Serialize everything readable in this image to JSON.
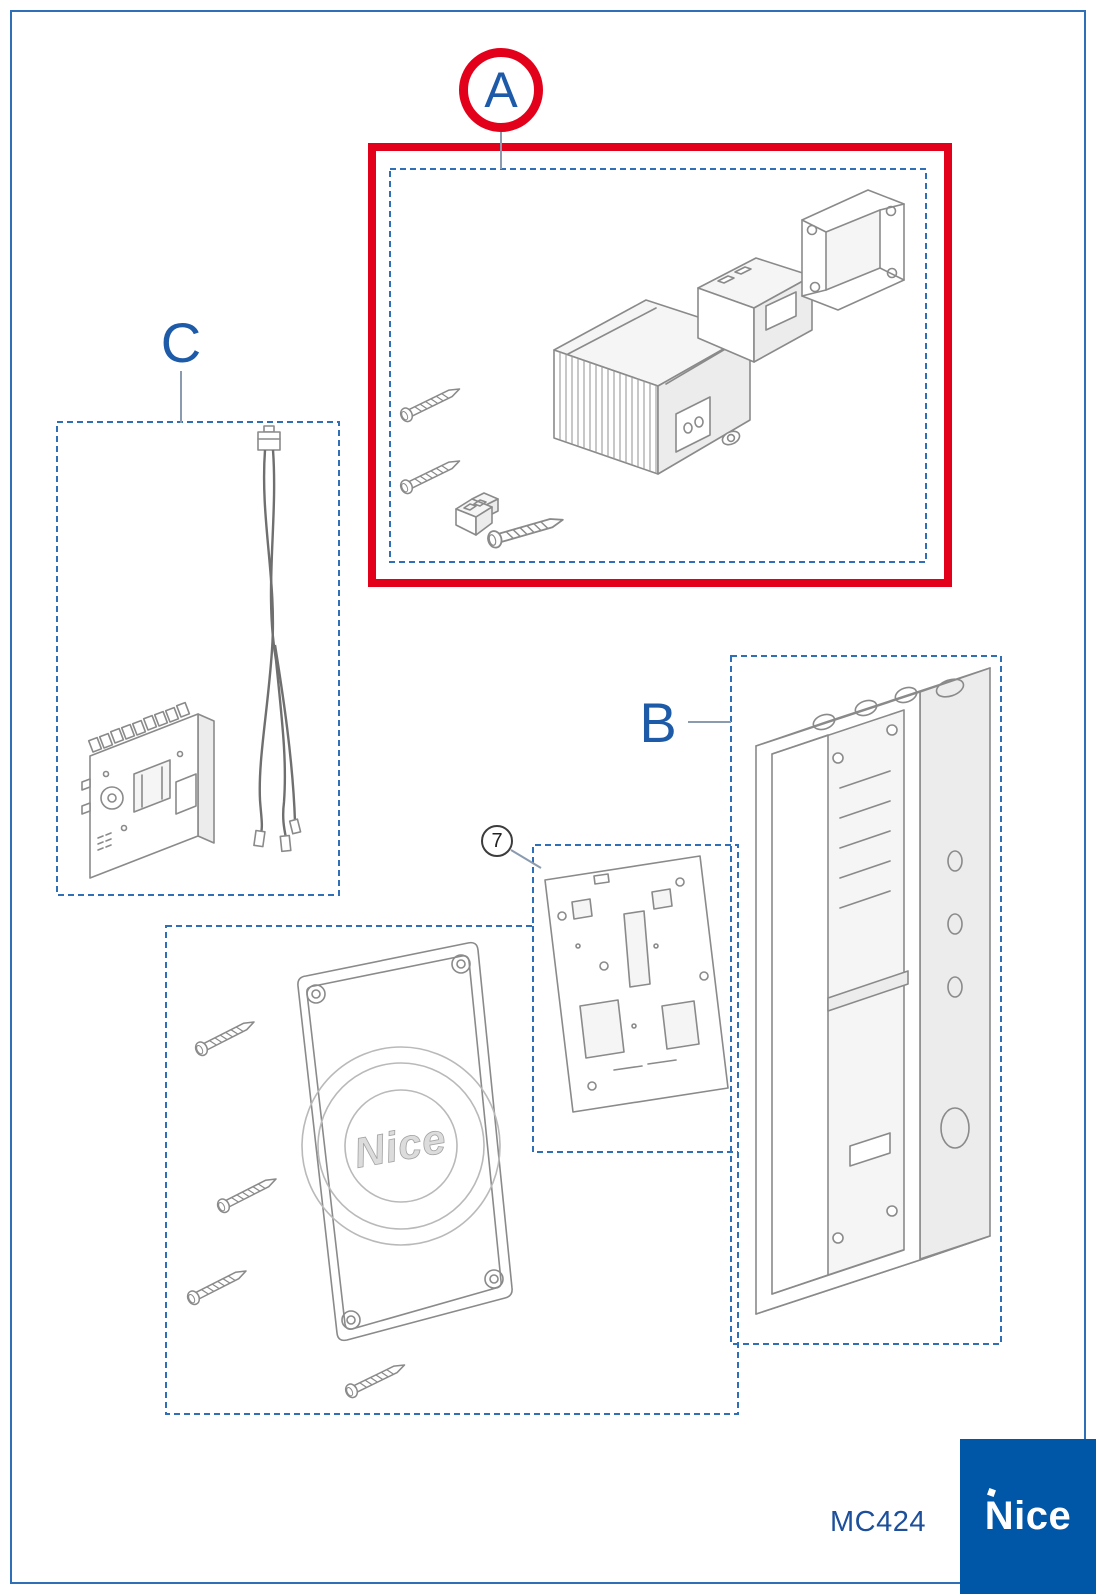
{
  "page": {
    "model_number": "MC424",
    "brand": "Nice"
  },
  "labels": {
    "group_a": "A",
    "group_b": "B",
    "group_c": "C",
    "part_7": "7",
    "cover_logo": "Nice"
  },
  "colors": {
    "highlight_red": "#e2001a",
    "label_blue": "#1d5aa8",
    "dashed_box_blue": "#2e6fb7",
    "line_art_gray": "#8a8a8a",
    "brand_box_blue": "#0056a7"
  },
  "parts": {
    "group_a": [
      "transformer",
      "capacitor-box",
      "mounting-bracket",
      "fixing-screws",
      "jumper-block"
    ],
    "group_b": [
      "back-box-enclosure"
    ],
    "group_c": [
      "control-board",
      "cable-assembly"
    ],
    "part_7": [
      "mounting-plate"
    ],
    "cover_group": [
      "front-cover",
      "cover-screws"
    ]
  }
}
